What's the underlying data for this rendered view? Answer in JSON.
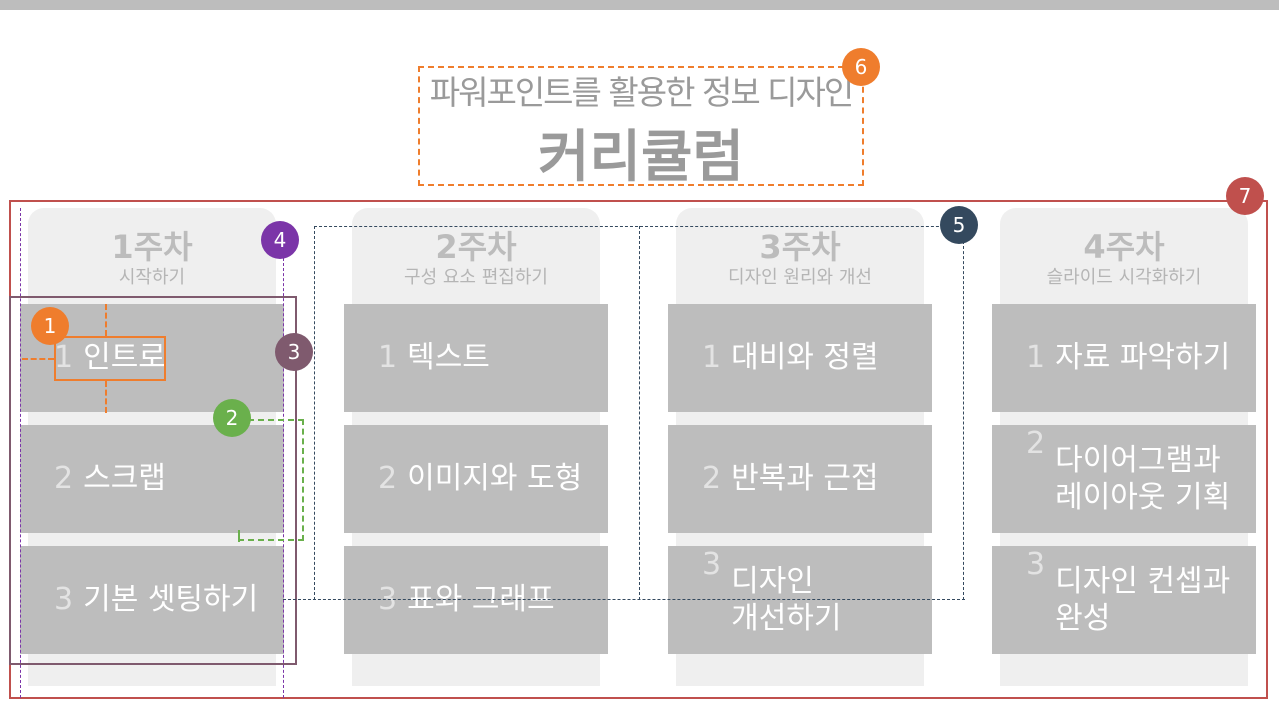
{
  "title": {
    "line1": "파워포인트를 활용한 정보 디자인",
    "line2": "커리큘럼"
  },
  "weeks": [
    {
      "title": "1주차",
      "subtitle": "시작하기",
      "items": [
        {
          "num": "1",
          "lines": [
            "인트로"
          ]
        },
        {
          "num": "2",
          "lines": [
            "스크랩"
          ]
        },
        {
          "num": "3",
          "lines": [
            "기본 셋팅하기"
          ]
        }
      ]
    },
    {
      "title": "2주차",
      "subtitle": "구성 요소 편집하기",
      "items": [
        {
          "num": "1",
          "lines": [
            "텍스트"
          ]
        },
        {
          "num": "2",
          "lines": [
            "이미지와 도형"
          ]
        },
        {
          "num": "3",
          "lines": [
            "표와 그래프"
          ]
        }
      ]
    },
    {
      "title": "3주차",
      "subtitle": "디자인 원리와 개선",
      "items": [
        {
          "num": "1",
          "lines": [
            "대비와 정렬"
          ]
        },
        {
          "num": "2",
          "lines": [
            "반복과 근접"
          ]
        },
        {
          "num": "3",
          "lines": [
            "디자인",
            "개선하기"
          ]
        }
      ]
    },
    {
      "title": "4주차",
      "subtitle": "슬라이드 시각화하기",
      "items": [
        {
          "num": "1",
          "lines": [
            "자료 파악하기"
          ]
        },
        {
          "num": "2",
          "lines": [
            "다이어그램과",
            "레이아웃 기획"
          ]
        },
        {
          "num": "3",
          "lines": [
            "디자인 컨셉과",
            "완성"
          ]
        }
      ]
    }
  ],
  "badges": [
    {
      "label": "1",
      "color": "#ef7d2d"
    },
    {
      "label": "2",
      "color": "#6ab04c"
    },
    {
      "label": "3",
      "color": "#7f5a6e"
    },
    {
      "label": "4",
      "color": "#7b35a8"
    },
    {
      "label": "5",
      "color": "#34495e"
    },
    {
      "label": "6",
      "color": "#ef7d2d"
    },
    {
      "label": "7",
      "color": "#c0504d"
    }
  ]
}
